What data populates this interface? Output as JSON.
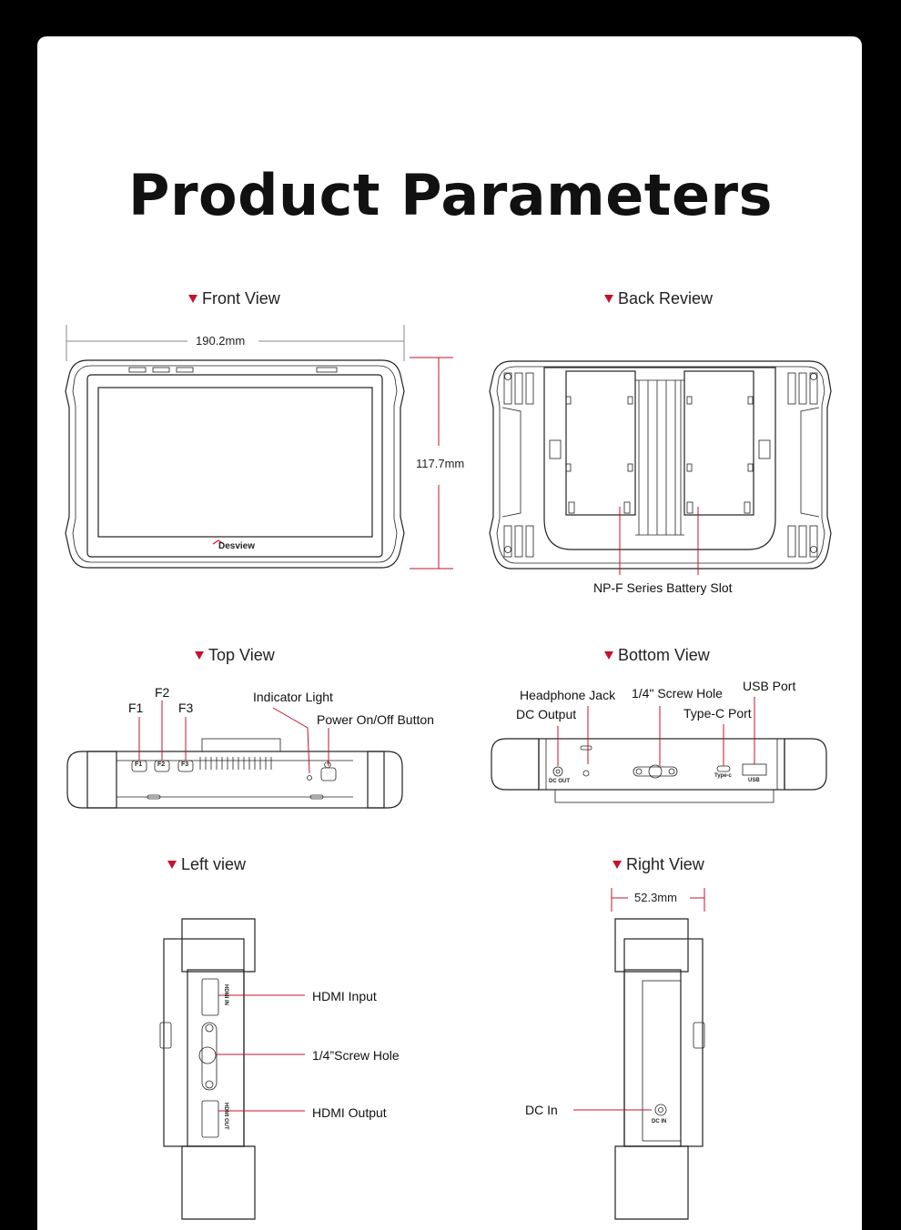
{
  "title": "Product Parameters",
  "sections": {
    "front": "Front View",
    "back": "Back Review",
    "top": "Top View",
    "bottom": "Bottom View",
    "left": "Left view",
    "right": "Right View"
  },
  "dimensions": {
    "width": "190.2mm",
    "height": "117.7mm",
    "depth": "52.3mm"
  },
  "brand": "Desview",
  "callouts": {
    "battery": "NP-F Series Battery Slot",
    "f1": "F1",
    "f2": "F2",
    "f3": "F3",
    "indicator": "Indicator Light",
    "power": "Power On/Off Button",
    "headphone": "Headphone Jack",
    "dc_output": "DC Output",
    "screw_bottom": "1/4\" Screw Hole",
    "type_c": "Type-C Port",
    "usb": "USB Port",
    "hdmi_in": "HDMI Input",
    "screw_left": "1/4”Screw Hole",
    "hdmi_out": "HDMI Output",
    "dc_in": "DC In"
  },
  "port_marks": {
    "f1": "F1",
    "f2": "F2",
    "f3": "F3",
    "dc_out": "DC OUT",
    "type_c": "Type-c",
    "usb": "USB",
    "hdmi_in": "HDMI IN",
    "hdmi_out": "HDMI OUT",
    "dc_in": "DC IN"
  },
  "colors": {
    "accent": "#c8102e",
    "background": "#000000",
    "card": "#ffffff"
  }
}
